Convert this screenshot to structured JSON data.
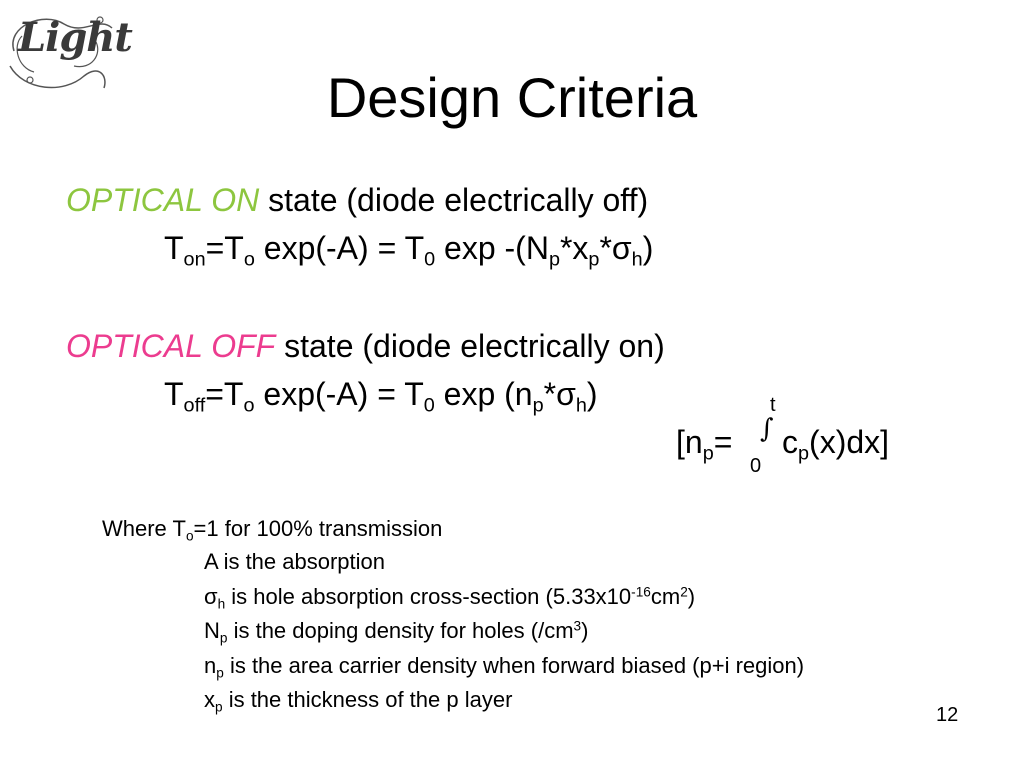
{
  "logo": {
    "text": "Light"
  },
  "slide": {
    "title": "Design Criteria",
    "page_number": "12",
    "colors": {
      "optical_on": "#8dc63f",
      "optical_off": "#ec3c8f"
    }
  },
  "on_state": {
    "label": "OPTICAL ON",
    "desc": " state (diode electrically off)",
    "eq": {
      "t1": "T",
      "s1": "on",
      "t2": "=T",
      "s2": "o",
      "t3": " exp(-A) = T",
      "s3": "0",
      "t4": " exp -(N",
      "s4": "p",
      "t5": "*x",
      "s5": "p",
      "t6": "*σ",
      "s6": "h",
      "t7": ")"
    }
  },
  "off_state": {
    "label": "OPTICAL OFF",
    "desc": " state (diode electrically on)",
    "eq": {
      "t1": "T",
      "s1": "off",
      "t2": "=T",
      "s2": "o",
      "t3": " exp(-A) = T",
      "s3": "0",
      "t4": " exp (n",
      "s4": "p",
      "t5": "*σ",
      "s5": "h",
      "t6": ")"
    }
  },
  "integral": {
    "open": "[n",
    "sub_p": "p",
    "eq": "=",
    "lower": "0",
    "upper": "t",
    "sign": "∫",
    "c": "c",
    "sub_p2": "p",
    "rest": "(x)dx]"
  },
  "notes": {
    "where": {
      "t1": "Where T",
      "s1": "o",
      "t2": "=1 for 100% transmission"
    },
    "a": "A is the absorption",
    "sigma": {
      "t1": "σ",
      "s1": "h",
      "t2": " is hole absorption cross-section (5.33x10",
      "sup1": "-16",
      "t3": "cm",
      "sup2": "2",
      "t4": ")"
    },
    "np": {
      "t1": "N",
      "s1": "p",
      "t2": " is the doping density for holes (/cm",
      "sup1": "3",
      "t3": ")"
    },
    "np_small": {
      "t1": "n",
      "s1": "p",
      "t2": " is the area carrier density when forward biased (p+i region)"
    },
    "xp": {
      "t1": "x",
      "s1": "p",
      "t2": " is the thickness of the p layer"
    }
  }
}
